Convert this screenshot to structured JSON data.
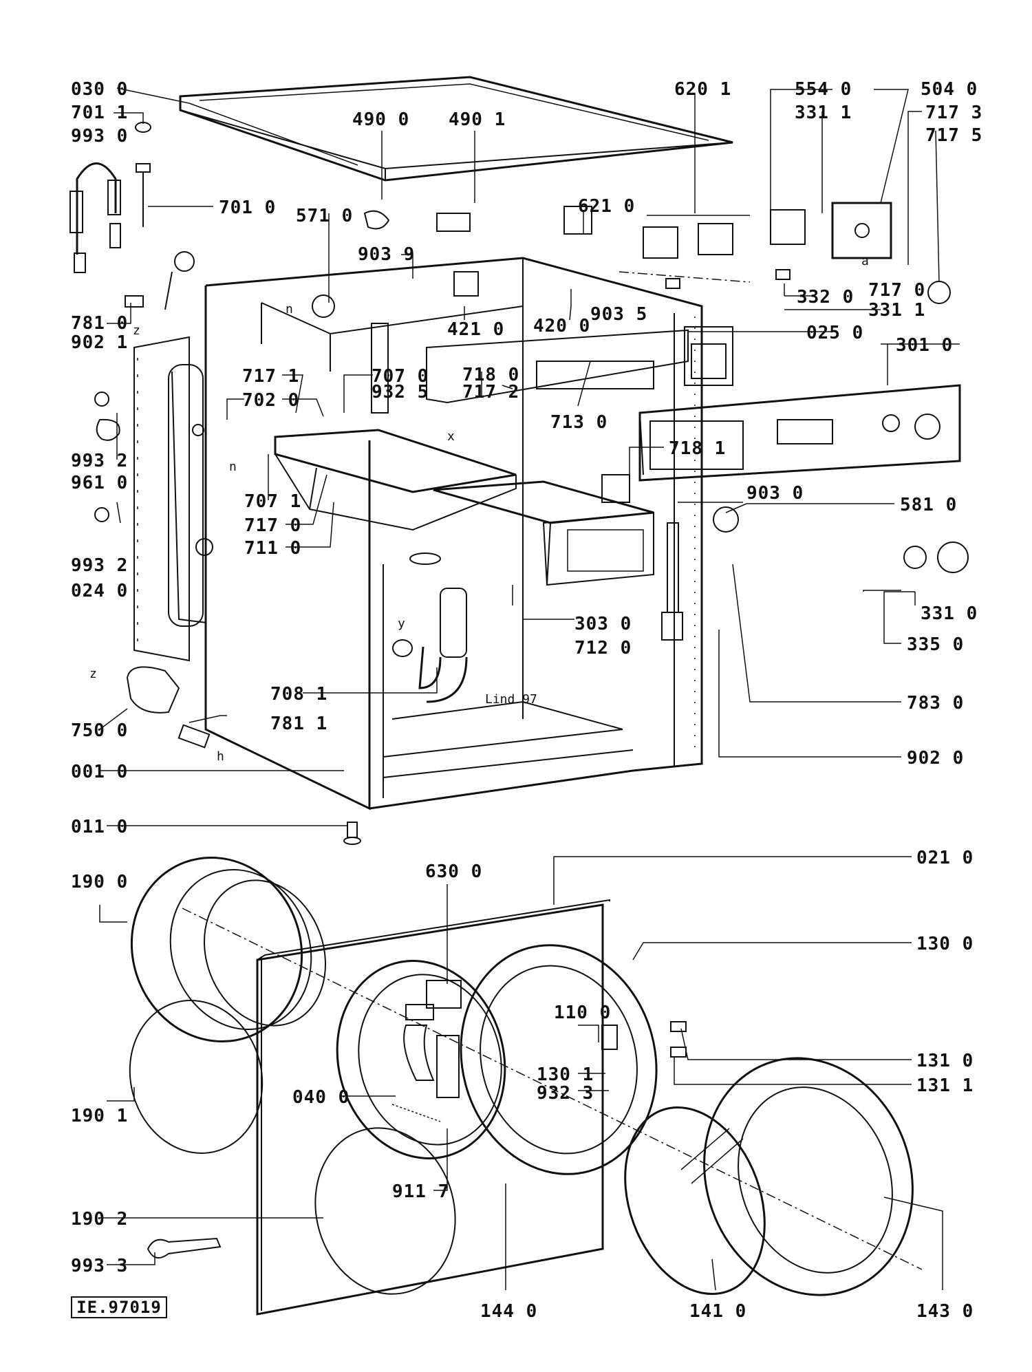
{
  "reference_code": "IE.97019",
  "part_labels": {
    "030_0": "030 0",
    "701_1": "701 1",
    "993_0": "993 0",
    "701_0": "701 0",
    "781_0": "781 0",
    "902_1": "902 1",
    "490_0": "490 0",
    "490_1": "490 1",
    "571_0": "571 0",
    "903_9": "903 9",
    "421_0": "421 0",
    "620_1": "620 1",
    "621_0": "621 0",
    "554_0": "554 0",
    "331_1a": "331 1",
    "504_0": "504 0",
    "717_3": "717 3",
    "717_5": "717 5",
    "332_0": "332 0",
    "717_0a": "717 0",
    "331_1b": "331 1",
    "420_0": "420 0",
    "903_5": "903 5",
    "025_0": "025 0",
    "301_0": "301 0",
    "717_1": "717 1",
    "702_0": "702 0",
    "707_0": "707 0",
    "932_5": "932 5",
    "718_0": "718 0",
    "717_2": "717 2",
    "713_0": "713 0",
    "718_1": "718 1",
    "707_1": "707 1",
    "717_0b": "717 0",
    "711_0": "711 0",
    "993_2a": "993 2",
    "961_0": "961 0",
    "993_2b": "993 2",
    "024_0": "024 0",
    "903_0": "903 0",
    "581_0": "581 0",
    "331_0": "331 0",
    "335_0": "335 0",
    "303_0": "303 0",
    "712_0": "712 0",
    "708_1": "708 1",
    "783_0": "783 0",
    "750_0": "750 0",
    "781_1": "781 1",
    "902_0": "902 0",
    "001_0": "001 0",
    "011_0": "011 0",
    "021_0": "021 0",
    "190_0": "190 0",
    "630_0": "630 0",
    "130_0": "130 0",
    "110_0": "110 0",
    "131_0": "131 0",
    "131_1": "131 1",
    "130_1": "130 1",
    "932_3": "932 3",
    "040_0": "040 0",
    "190_1": "190 1",
    "911_7": "911 7",
    "190_2": "190 2",
    "993_3": "993 3",
    "144_0": "144 0",
    "141_0": "141 0",
    "143_0": "143 0"
  },
  "markers": {
    "n": "n",
    "z": "z",
    "h": "h",
    "x": "x",
    "y": "y",
    "a": "a"
  }
}
